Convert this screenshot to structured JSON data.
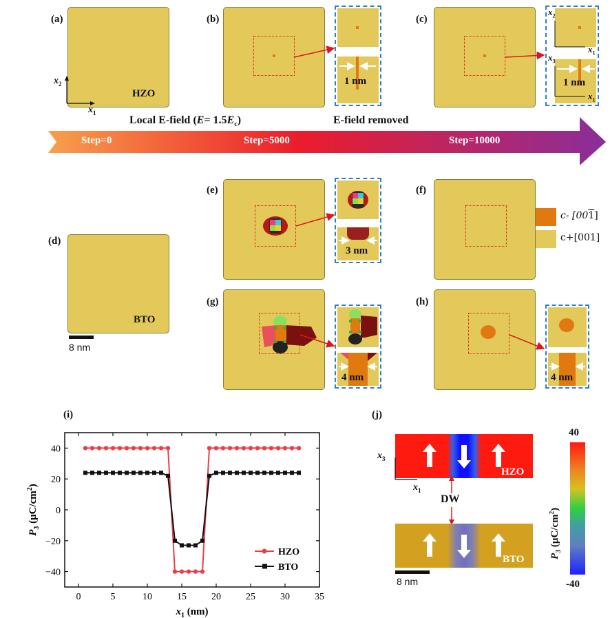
{
  "labels": {
    "a": "(a)",
    "b": "(b)",
    "c": "(c)",
    "d": "(d)",
    "e": "(e)",
    "f": "(f)",
    "g": "(g)",
    "h": "(h)",
    "i": "(i)",
    "j": "(j)"
  },
  "materials": {
    "hzo": "HZO",
    "bto": "BTO"
  },
  "axes_glyph": {
    "x1": "x",
    "x1_sub": "1",
    "x2": "x",
    "x2_sub": "2",
    "x3": "x",
    "x3_sub": "3"
  },
  "sizes": {
    "b_inset": "1 nm",
    "c_inset": "1 nm",
    "e_inset": "3 nm",
    "g_inset": "4 nm",
    "h_inset": "4 nm"
  },
  "scalebar_d": "8 nm",
  "scalebar_j": "8 nm",
  "timeline": {
    "local_field_prefix": "Local E-field (",
    "local_field_E": "E",
    "local_field_mid": "= 1.5",
    "local_field_Ec": "E",
    "local_field_c": "c",
    "local_field_suffix": ")",
    "field_removed": "E-field removed",
    "steps": [
      "Step=0",
      "Step=5000",
      "Step=10000"
    ]
  },
  "legend": {
    "c_minus": "c- [00",
    "c_minus_bar": "1",
    "c_minus_end": "]",
    "c_plus": "c+[001]",
    "c_minus_color": "#e07a10",
    "c_plus_color": "#e3c95a"
  },
  "panel_j": {
    "dw": "DW",
    "colorbar_max": "40",
    "colorbar_min": "-40",
    "colorbar_label": "P",
    "colorbar_label_sub": "3",
    "colorbar_label_unit": " (μC/cm",
    "colorbar_label_sup": "2",
    "colorbar_label_end": ")"
  },
  "chart_data": {
    "type": "line",
    "xlabel": "x1 (nm)",
    "ylabel": "P3 (μC/cm2)",
    "xlim": [
      -2,
      35
    ],
    "ylim": [
      -50,
      50
    ],
    "xticks": [
      0,
      5,
      10,
      15,
      20,
      25,
      30,
      35
    ],
    "yticks": [
      -40,
      -20,
      0,
      20,
      40
    ],
    "series": [
      {
        "name": "HZO",
        "color": "#e8404a",
        "marker": "circle",
        "x": [
          1,
          2,
          3,
          4,
          5,
          6,
          7,
          8,
          9,
          10,
          11,
          12,
          13,
          14,
          15,
          16,
          17,
          18,
          19,
          20,
          21,
          22,
          23,
          24,
          25,
          26,
          27,
          28,
          29,
          30,
          31,
          32
        ],
        "y": [
          40,
          40,
          40,
          40,
          40,
          40,
          40,
          40,
          40,
          40,
          40,
          40,
          40,
          -40,
          -40,
          -40,
          -40,
          -40,
          40,
          40,
          40,
          40,
          40,
          40,
          40,
          40,
          40,
          40,
          40,
          40,
          40,
          40
        ]
      },
      {
        "name": "BTO",
        "color": "#111111",
        "marker": "square",
        "x": [
          1,
          2,
          3,
          4,
          5,
          6,
          7,
          8,
          9,
          10,
          11,
          12,
          13,
          14,
          15,
          16,
          17,
          18,
          19,
          20,
          21,
          22,
          23,
          24,
          25,
          26,
          27,
          28,
          29,
          30,
          31,
          32
        ],
        "y": [
          24,
          24,
          24,
          24,
          24,
          24,
          24,
          24,
          24,
          24,
          24,
          24,
          22,
          -20,
          -23,
          -23,
          -23,
          -20,
          22,
          24,
          24,
          24,
          24,
          24,
          24,
          24,
          24,
          24,
          24,
          24,
          24,
          24
        ]
      }
    ]
  }
}
